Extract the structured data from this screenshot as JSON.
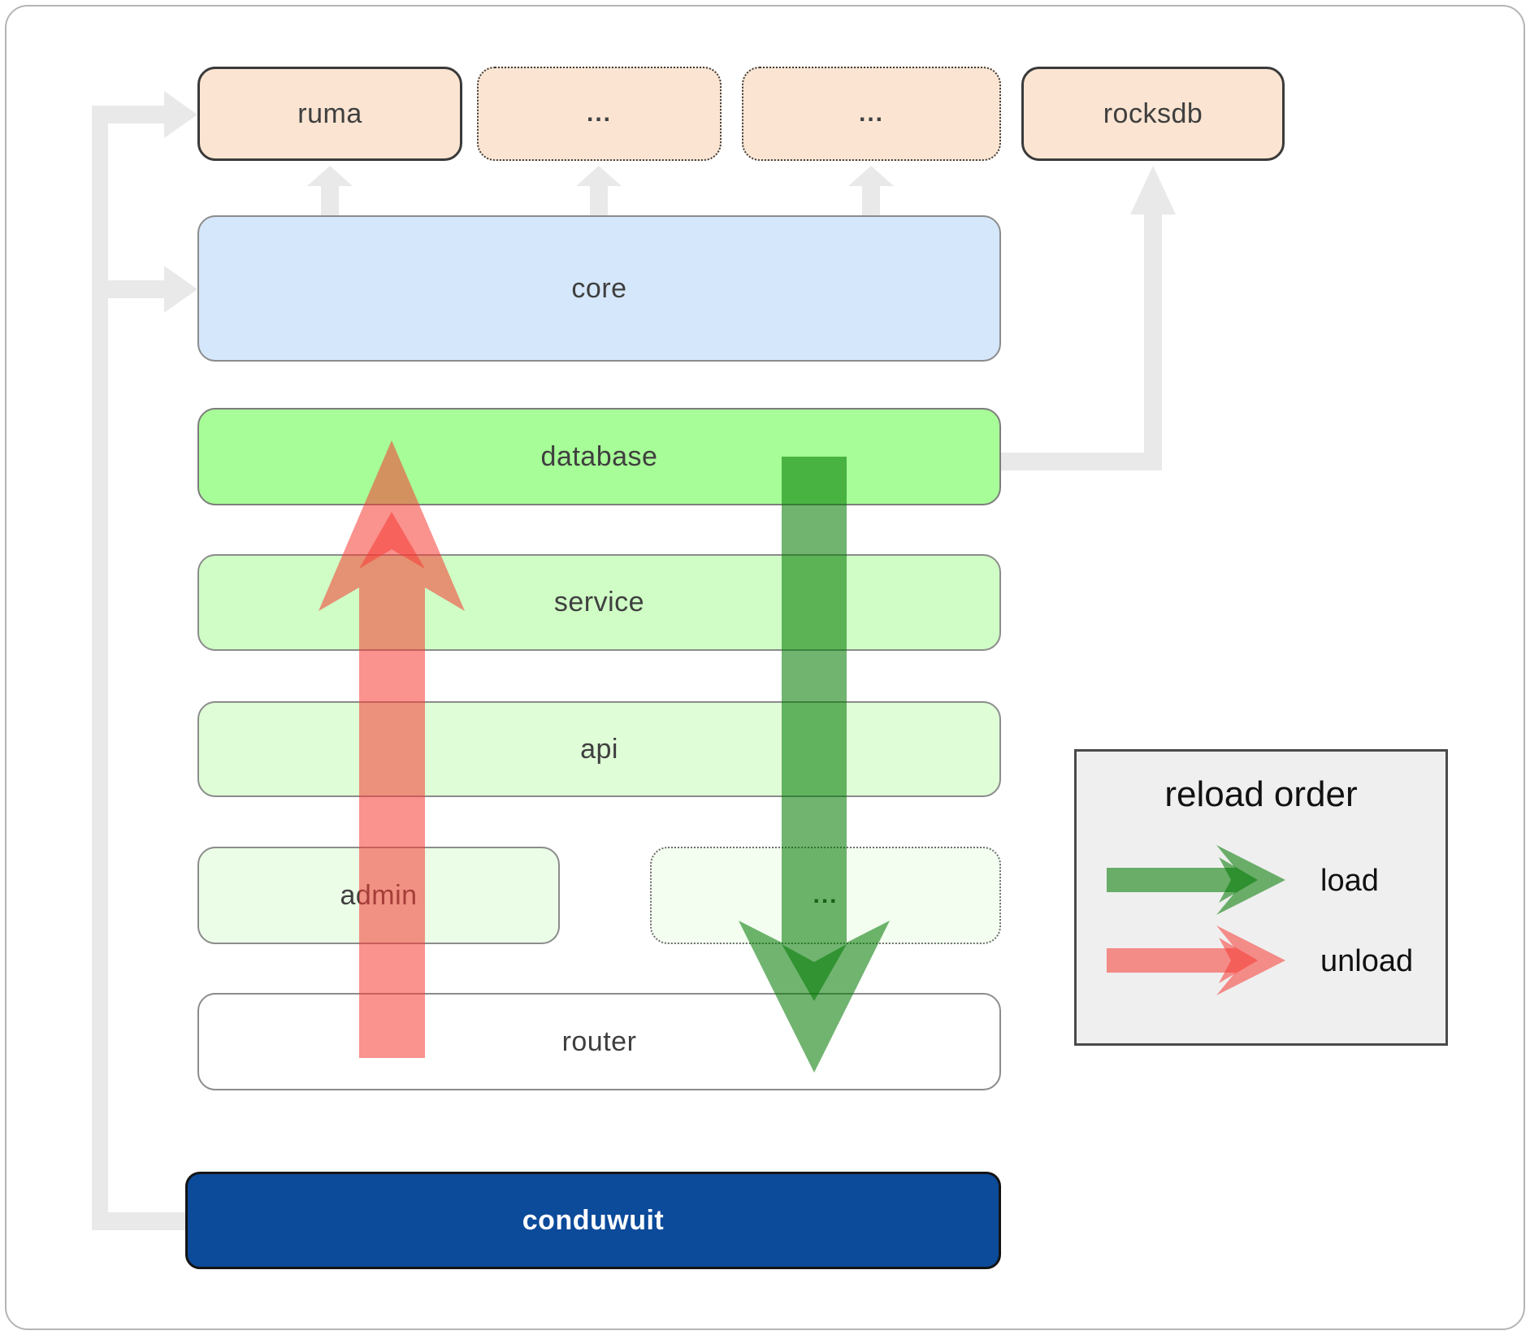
{
  "boxes": {
    "ruma": "ruma",
    "ext1": "...",
    "ext2": "...",
    "rocksdb": "rocksdb",
    "core": "core",
    "database": "database",
    "service": "service",
    "api": "api",
    "admin": "admin",
    "admin_ext": "...",
    "router": "router",
    "conduwuit": "conduwuit"
  },
  "legend": {
    "title": "reload order",
    "load_label": "load",
    "unload_label": "unload"
  },
  "colors": {
    "load_arrow": "#007900",
    "unload_arrow": "#f63c35",
    "connector": "#e9e9e9",
    "peach_fill": "#fbe5d2",
    "core_fill": "#d5e7fa",
    "database_fill": "#a7fd97",
    "service_fill": "#cffdc5",
    "api_fill": "#dffdd7",
    "admin_fill": "#ebfde6",
    "admin_ext_fill": "#f3fdf0",
    "router_fill": "#ffffff",
    "conduwuit_fill": "#0c4a9a",
    "legend_bg": "#efefef"
  }
}
